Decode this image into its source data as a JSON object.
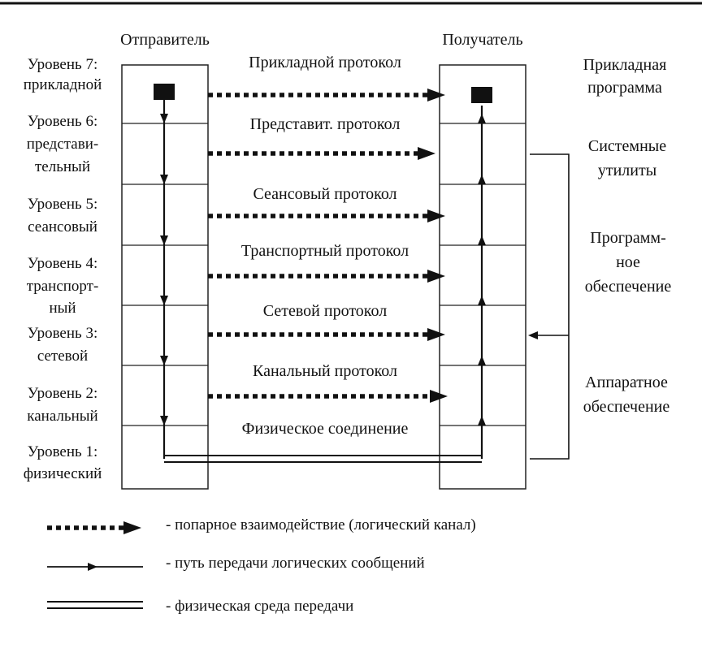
{
  "headers": {
    "sender": "Отправитель",
    "receiver": "Получатель"
  },
  "levels": [
    {
      "line1": "Уровень 7:",
      "line2": "прикладной",
      "protocol": "Прикладной протокол"
    },
    {
      "line1": "Уровень 6:",
      "line2": "представи-",
      "line3": "тельный",
      "protocol": "Представит. протокол"
    },
    {
      "line1": "Уровень 5:",
      "line2": "сеансовый",
      "protocol": "Сеансовый протокол"
    },
    {
      "line1": "Уровень 4:",
      "line2": "транспорт-",
      "line3": "ный",
      "protocol": "Транспортный протокол"
    },
    {
      "line1": "Уровень 3:",
      "line2": "сетевой",
      "protocol": "Сетевой протокол"
    },
    {
      "line1": "Уровень 2:",
      "line2": "канальный",
      "protocol": "Канальный протокол"
    },
    {
      "line1": "Уровень 1:",
      "line2": "физический",
      "protocol": "Физическое соединение"
    }
  ],
  "right_labels": {
    "app_program": [
      "Прикладная",
      "программа"
    ],
    "system_utils": [
      "Системные",
      "утилиты"
    ],
    "software": [
      "Программ-",
      "ное",
      "обеспечение"
    ],
    "hardware": [
      "Аппаратное",
      "обеспечение"
    ]
  },
  "legend": {
    "logical": "- попарное взаимодействие (логический канал)",
    "path": "- путь передачи логических сообщений",
    "physical": "- физическая среда передачи"
  }
}
